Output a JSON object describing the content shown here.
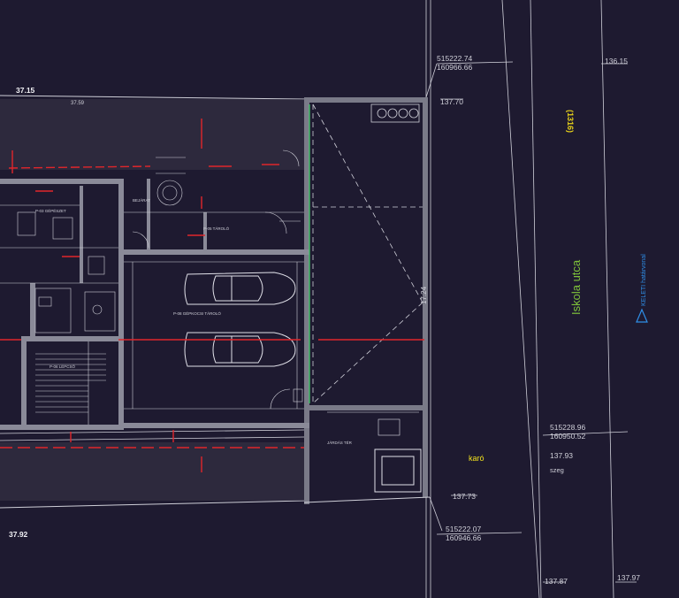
{
  "colors": {
    "background": "#1e1a30",
    "line": "#cfcfd8",
    "dim_line": "#8c8ca0",
    "red": "#e0262b",
    "green": "#3fd06a",
    "street_label": "#7ec23a",
    "parcel_label": "#e8d21a",
    "karo_label": "#f2e21e",
    "north_label": "#2f8fe8"
  },
  "labels": {
    "coord_top_1": "515222.74",
    "coord_top_2": "160966.66",
    "elev_top_right": "136.15",
    "elev_corner_top": "137.70",
    "elev_left_top": "37.15",
    "elev_left_bottom": "37.92",
    "elev_left_mid": "37.59",
    "parcel_number": "(1316)",
    "street_name": "Iskola utca",
    "north_arrow_text": "KELETI határvonal",
    "dimension_17": "17.24",
    "coord_mid_1": "515228.96",
    "coord_mid_2": "160950.52",
    "elev_mid": "137.93",
    "elev_mid_note": "szeg",
    "karo": "karó",
    "elev_gate": "137.73",
    "coord_bottom_1": "515222.07",
    "coord_bottom_2": "160946.66",
    "elev_bottom_mid": "137.87",
    "elev_bottom_right": "137.97",
    "room_garage": "P-08 GÉPKOCSI TÁROLÓ",
    "room_storage": "P-05 TÁROLÓ",
    "room_bottom_left": "P-06 LÉPCSŐ",
    "room_covered": "JÁRDÁS TÉR",
    "room_service": "P-03 GÉPÉSZET",
    "room_entry": "BEJÁRAT"
  }
}
